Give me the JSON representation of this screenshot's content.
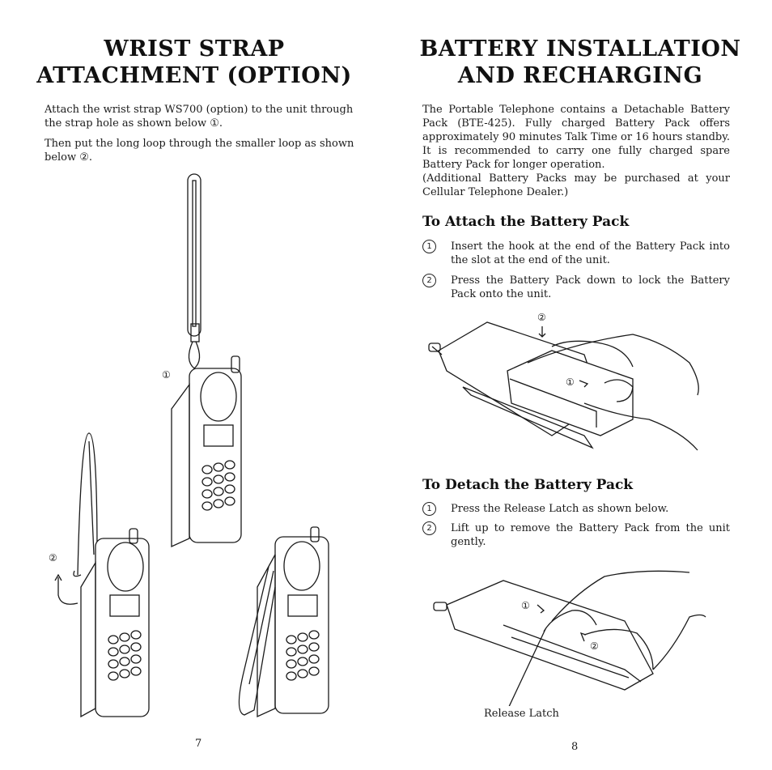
{
  "left_page": {
    "title_line1": "WRIST STRAP",
    "title_line2": "ATTACHMENT (OPTION)",
    "para1": "Attach the wrist strap WS700 (option) to the unit through the strap hole as shown below ①.",
    "para2": "Then put the long loop through the smaller loop as shown below ②.",
    "figure_label_1": "①",
    "figure_label_2": "②",
    "page_number": "7"
  },
  "right_page": {
    "title_line1": "BATTERY INSTALLATION",
    "title_line2": "AND RECHARGING",
    "intro": "The Portable Telephone contains a Detachable Battery Pack (BTE-425). Fully charged Battery Pack offers approximately 90 minutes Talk Time or 16 hours standby. It is recommended to carry one fully charged spare Battery Pack for longer operation.",
    "intro_note": "(Additional Battery Packs may be purchased at your Cellular Telephone Dealer.)",
    "attach_heading": "To Attach the Battery Pack",
    "attach_steps": [
      {
        "num": "1",
        "text": "Insert the hook at the end of the Battery Pack into the slot at the end of the unit."
      },
      {
        "num": "2",
        "text": "Press the Battery Pack down to lock the Battery Pack onto the unit."
      }
    ],
    "attach_fig_label_1": "①",
    "attach_fig_label_2": "②",
    "detach_heading": "To Detach the Battery Pack",
    "detach_steps": [
      {
        "num": "1",
        "text": "Press the Release Latch as shown below."
      },
      {
        "num": "2",
        "text": "Lift up to remove the Battery Pack from the unit gently."
      }
    ],
    "detach_fig_label_1": "①",
    "detach_fig_label_2": "②",
    "release_latch_caption": "Release Latch",
    "page_number": "8"
  }
}
